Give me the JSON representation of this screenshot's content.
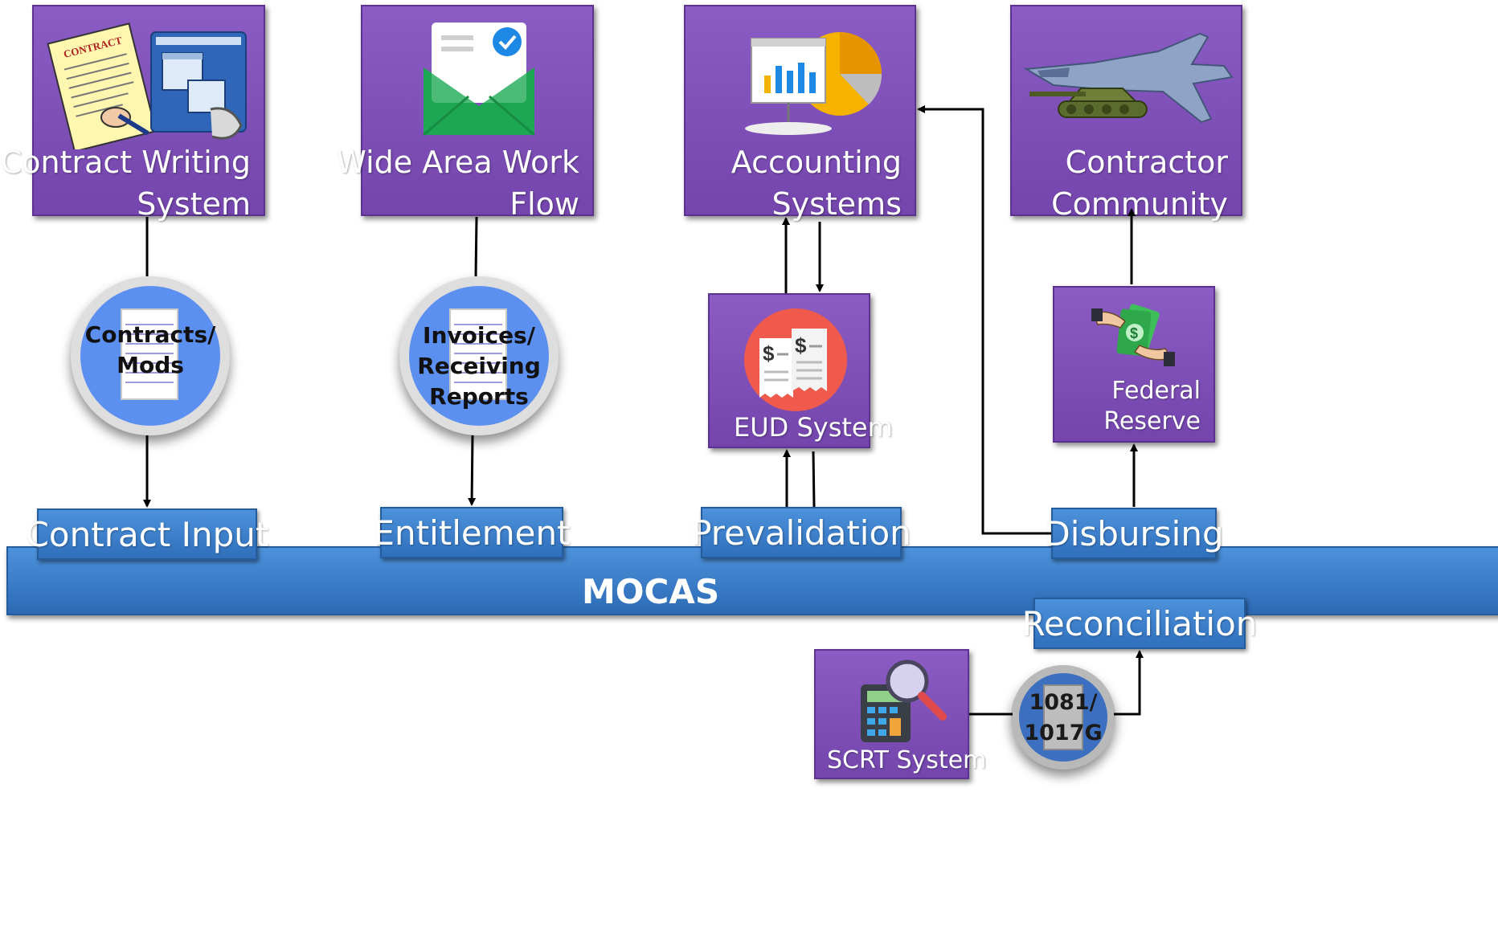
{
  "systems": {
    "contract_writing": {
      "line1": "Contract Writing",
      "line2": "System",
      "icon": "contract-document-icon"
    },
    "wawf": {
      "line1": "Wide Area Work",
      "line2": "Flow",
      "icon": "envelope-check-icon"
    },
    "accounting": {
      "line1": "Accounting",
      "line2": "Systems",
      "icon": "presentation-pie-chart-icon"
    },
    "contractor": {
      "line1": "Contractor",
      "line2": "Community",
      "icon": "jet-tank-icon"
    },
    "eud": {
      "label": "EUD System",
      "icon": "receipts-icon"
    },
    "federal_reserve": {
      "line1": "Federal",
      "line2": "Reserve",
      "icon": "money-handoff-icon"
    },
    "scrt": {
      "label": "SCRT System",
      "icon": "calculator-magnifier-icon"
    }
  },
  "documents": {
    "contracts": {
      "line1": "Contracts/",
      "line2": "Mods"
    },
    "invoices": {
      "line1": "Invoices/",
      "line2": "Receiving",
      "line3": "Reports"
    },
    "forms": {
      "line1": "1081/",
      "line2": "1017G"
    }
  },
  "mocas": {
    "label": "MOCAS",
    "modules": {
      "contract_input": "Contract Input",
      "entitlement": "Entitlement",
      "prevalidation": "Prevalidation",
      "disbursing": "Disbursing",
      "reconciliation": "Reconciliation"
    }
  },
  "colors": {
    "system_box": "#7e50b8",
    "module_tab": "#3b7fcc",
    "document_disc": "#5b8ff0",
    "connector": "#000000"
  }
}
